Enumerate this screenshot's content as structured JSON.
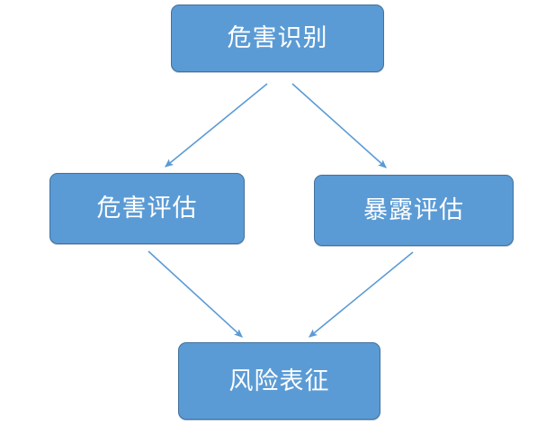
{
  "diagram": {
    "title_present": false,
    "background_color": "#ffffff",
    "node_fill_color": "#5B9BD5",
    "node_border_color": "#41719C",
    "node_text_color": "#FFFFFF",
    "arrow_color": "#5B9BD5",
    "nodes": [
      {
        "id": "hazard-identification",
        "label": "危害识别",
        "level": 1
      },
      {
        "id": "hazard-assessment",
        "label": "危害评估",
        "level": 2
      },
      {
        "id": "exposure-assessment",
        "label": "暴露评估",
        "level": 2
      },
      {
        "id": "risk-characterization",
        "label": "风险表征",
        "level": 3
      }
    ],
    "edges": [
      {
        "id": "edge-identification-to-hazard-assessment",
        "from": "hazard-identification",
        "to": "hazard-assessment",
        "style": "solid-arrow"
      },
      {
        "id": "edge-identification-to-exposure-assessment",
        "from": "hazard-identification",
        "to": "exposure-assessment",
        "style": "solid-arrow"
      },
      {
        "id": "edge-hazard-assessment-to-risk",
        "from": "hazard-assessment",
        "to": "risk-characterization",
        "style": "solid-arrow"
      },
      {
        "id": "edge-exposure-assessment-to-risk",
        "from": "exposure-assessment",
        "to": "risk-characterization",
        "style": "solid-arrow"
      }
    ]
  }
}
